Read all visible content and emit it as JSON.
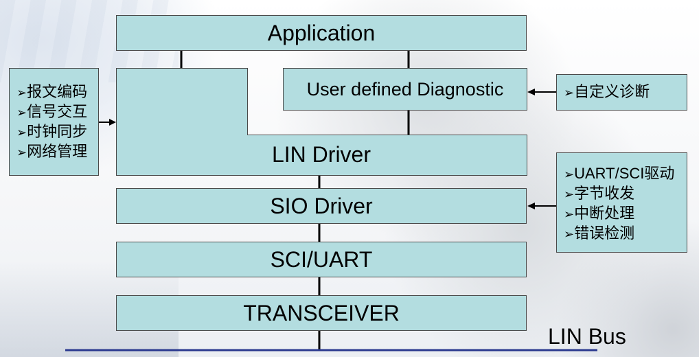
{
  "blocks": {
    "application": "Application",
    "user_diagnostic": "User defined Diagnostic",
    "lin_driver": "LIN Driver",
    "sio_driver": "SIO Driver",
    "sci_uart": "SCI/UART",
    "transceiver": "TRANSCEIVER"
  },
  "left_panel": {
    "items": [
      "报文编码",
      "信号交互",
      "时钟同步",
      "网络管理"
    ]
  },
  "right_top_panel": {
    "items": [
      "自定义诊断"
    ]
  },
  "right_bottom_panel": {
    "items": [
      "UART/SCI驱动",
      "字节收发",
      "中断处理",
      "错误检测"
    ]
  },
  "bullet_symbol": "➢",
  "bus_label": "LIN Bus",
  "colors": {
    "box_fill": "#b3dde0",
    "box_border": "#4a4a4a",
    "bus_line": "#2b3a8f"
  }
}
